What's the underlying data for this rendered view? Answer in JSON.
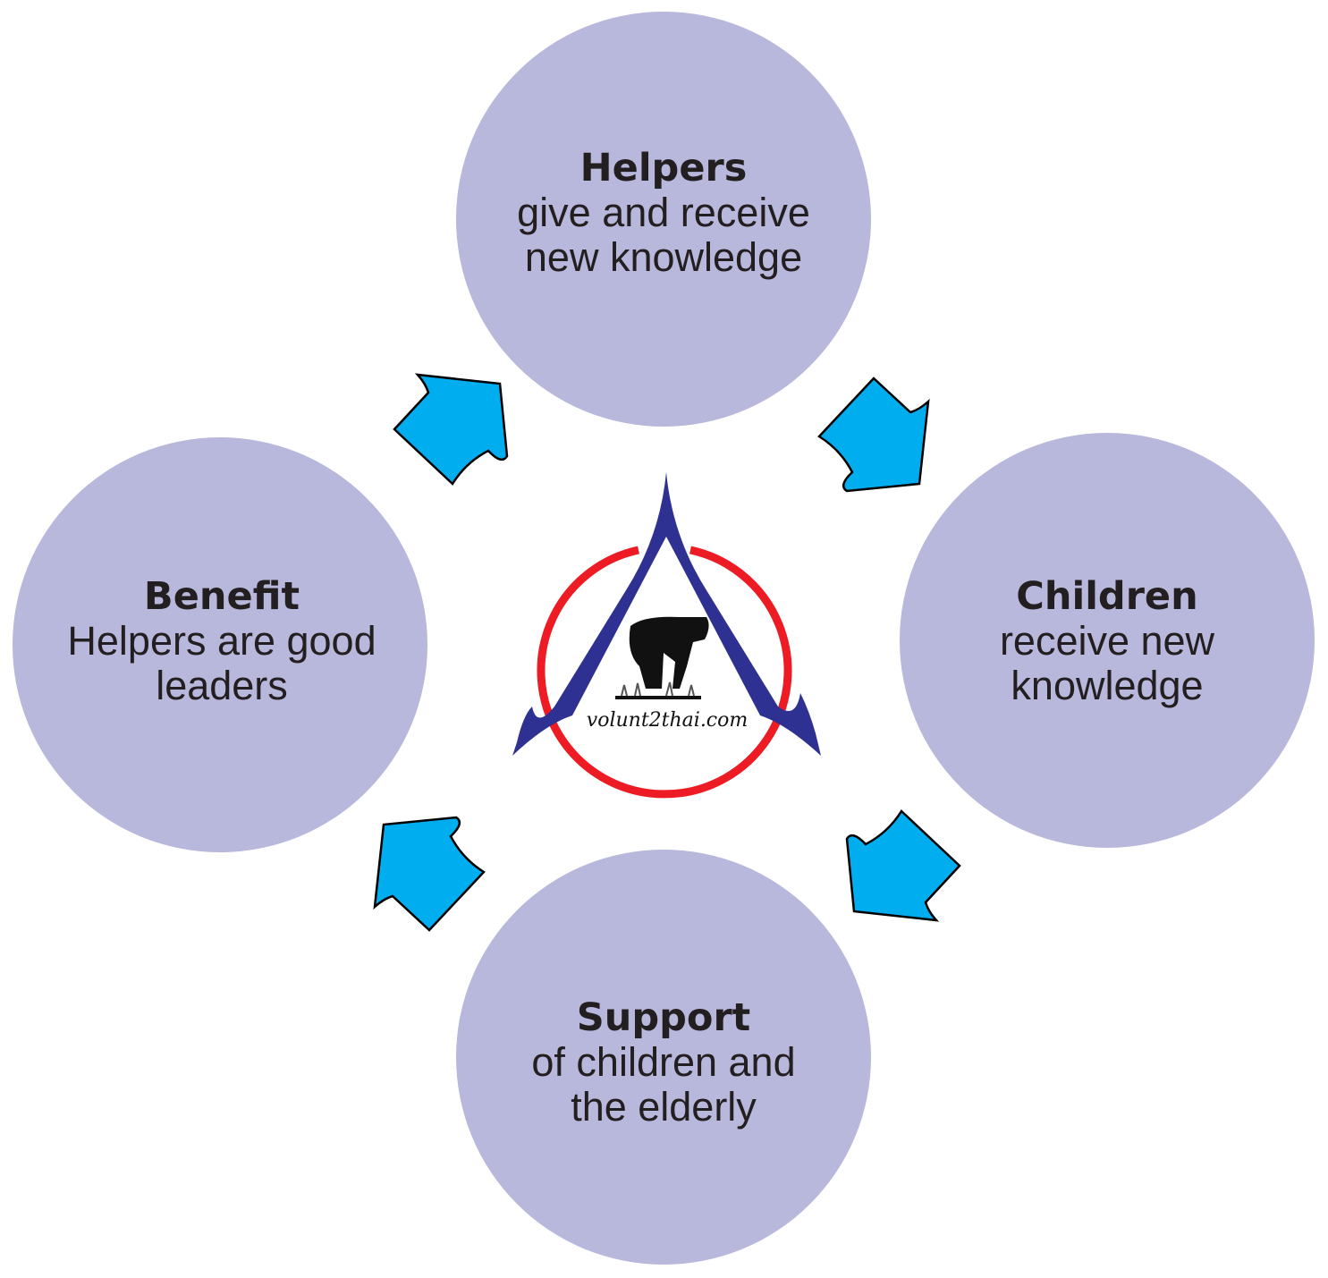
{
  "nodes": [
    {
      "id": "helpers",
      "title": "Helpers",
      "lines": [
        "give and receive",
        "new knowledge"
      ]
    },
    {
      "id": "children",
      "title": "Children",
      "lines": [
        "receive new",
        "knowledge"
      ]
    },
    {
      "id": "support",
      "title": "Support",
      "lines": [
        "of children and",
        "the elderly"
      ]
    },
    {
      "id": "benefit",
      "title": "Benefit",
      "lines": [
        "Helpers are good",
        "leaders"
      ]
    }
  ],
  "logo": {
    "text": "volunt2thai.com"
  },
  "colors": {
    "circle": "#b8b7dc",
    "arrow": "#00aeef",
    "logo_blue": "#2e3192",
    "logo_red": "#ed1c24"
  }
}
